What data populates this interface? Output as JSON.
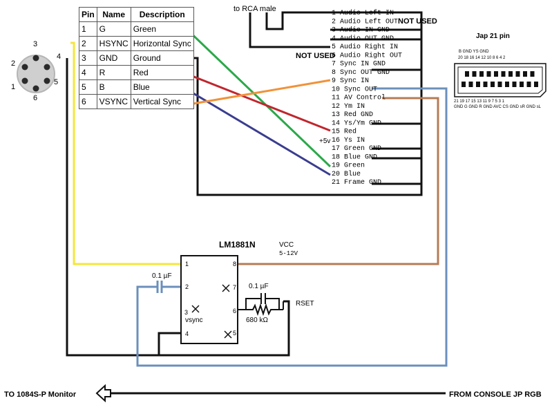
{
  "table": {
    "headers": [
      "Pin",
      "Name",
      "Description"
    ],
    "rows": [
      {
        "pin": "1",
        "name": "G",
        "desc": "Green"
      },
      {
        "pin": "2",
        "name": "HSYNC",
        "desc": "Horizontal Sync"
      },
      {
        "pin": "3",
        "name": "GND",
        "desc": "Ground"
      },
      {
        "pin": "4",
        "name": "R",
        "desc": "Red"
      },
      {
        "pin": "5",
        "name": "B",
        "desc": "Blue"
      },
      {
        "pin": "6",
        "name": "VSYNC",
        "desc": "Vertical Sync"
      }
    ]
  },
  "din_pins": [
    "1",
    "2",
    "3",
    "4",
    "5",
    "6"
  ],
  "scart": {
    "title": "Jap 21 pin",
    "pins": [
      "1  Audio Left IN",
      "2  Audio Left OUT",
      "3  Audio IN GND",
      "4  Audio OUT GND",
      "5  Audio Right IN",
      "6  Audio Right OUT",
      "7  Sync IN GND",
      "8  Sync OUT GND",
      "9  Sync IN",
      "10 Sync OUT",
      "11 AV Control",
      "12 Ym IN",
      "13 Red GND",
      "14 Ys/Ym GND",
      "15 Red",
      "16 Ys IN",
      "17 Green GND",
      "18 Blue GND",
      "19 Green",
      "20 Blue",
      "21 Frame GND"
    ],
    "top_row_labels": "B GND YS GND",
    "top_numbers": "20 18 16 14 12 10 8 6 4 2",
    "bottom_numbers": "21 19 17 15 13 11 9 7 5 3 1",
    "bottom_labels": "GND G GND R GND AVC CS GND sR GND sL"
  },
  "annotations": {
    "rca": "to RCA male",
    "not_used_1": "NOT USED",
    "not_used_2": "NOT USED",
    "plus5v": "+5v"
  },
  "ic": {
    "name": "LM1881N",
    "vcc": "VCC",
    "vcc_range": "5-12V",
    "pins": [
      "1",
      "2",
      "3",
      "4",
      "5",
      "6",
      "7",
      "8"
    ],
    "vsync": "vsync",
    "cap1": "0.1 µF",
    "cap2": "0.1 µF",
    "resistor": "680 kΩ",
    "rset": "RSET"
  },
  "footer": {
    "to_monitor": "TO 1084S-P Monitor",
    "from_console": "FROM CONSOLE JP RGB"
  },
  "colors": {
    "green": "#2ba84a",
    "red": "#c0262d",
    "blue": "#3a3d8f",
    "orange": "#f0923a",
    "yellow": "#f7e53b",
    "brown": "#b57b55",
    "lightblue": "#6b8fbb"
  }
}
